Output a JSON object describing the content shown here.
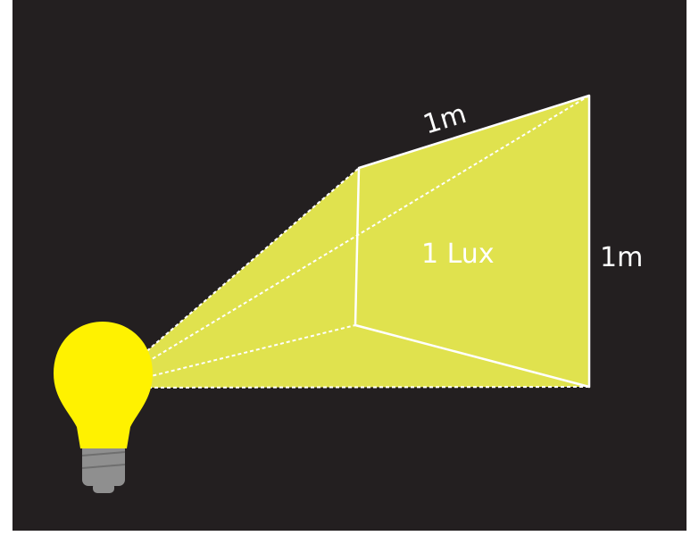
{
  "diagram": {
    "area_label": "1 Lux",
    "top_edge_label": "1m",
    "side_edge_label": "1m"
  },
  "colors": {
    "background": "#231f20",
    "light_beam": "#e0e24e",
    "bulb_glass": "#fff200",
    "bulb_base": "#8f8f8f",
    "edge_lines": "#ffffff"
  },
  "icons": {
    "bulb": "light-bulb-icon"
  }
}
